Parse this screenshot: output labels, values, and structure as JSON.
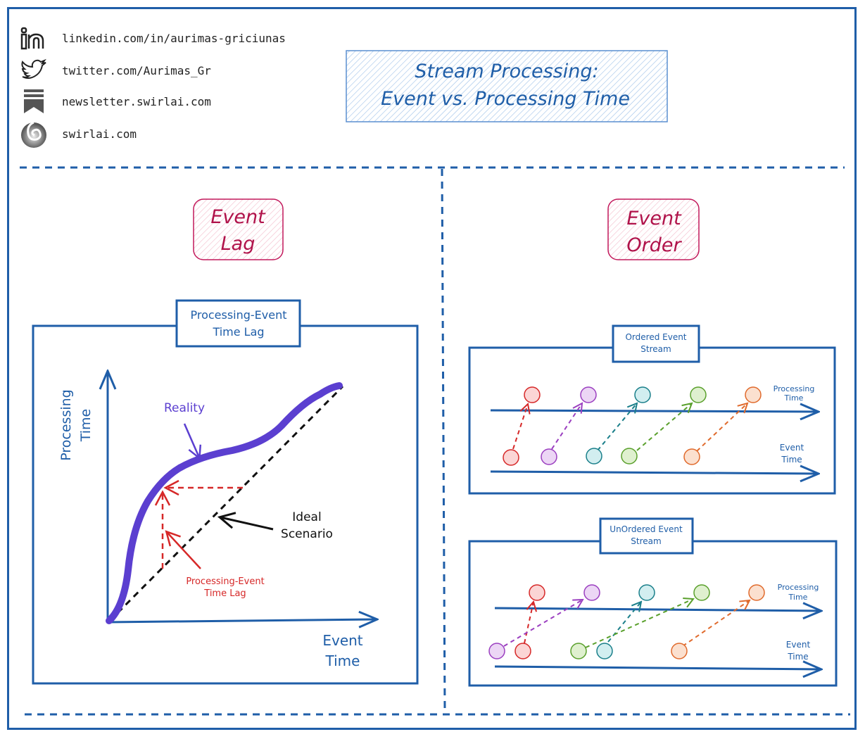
{
  "social": [
    {
      "icon": "linkedin-icon",
      "text": "linkedin.com/in/aurimas-griciunas"
    },
    {
      "icon": "twitter-icon",
      "text": "twitter.com/Aurimas_Gr"
    },
    {
      "icon": "newsletter-icon",
      "text": "newsletter.swirlai.com"
    },
    {
      "icon": "swirlai-icon",
      "text": "swirlai.com"
    }
  ],
  "title": {
    "line1": "Stream Processing:",
    "line2": "Event vs. Processing Time"
  },
  "event_lag": {
    "badge": {
      "line1": "Event",
      "line2": "Lag"
    },
    "box_title": {
      "line1": "Processing-Event",
      "line2": "Time Lag"
    },
    "y_label": {
      "line1": "Processing",
      "line2": "Time"
    },
    "x_label": {
      "line1": "Event",
      "line2": "Time"
    },
    "reality_label": "Reality",
    "ideal_label": {
      "line1": "Ideal",
      "line2": "Scenario"
    },
    "lag_label": {
      "line1": "Processing-Event",
      "line2": "Time Lag"
    }
  },
  "event_order": {
    "badge": {
      "line1": "Event",
      "line2": "Order"
    },
    "ordered": {
      "title": {
        "line1": "Ordered Event",
        "line2": "Stream"
      },
      "processing_label": {
        "line1": "Processing",
        "line2": "Time"
      },
      "event_label": {
        "line1": "Event",
        "line2": "Time"
      }
    },
    "unordered": {
      "title": {
        "line1": "UnOrdered Event",
        "line2": "Stream"
      },
      "processing_label": {
        "line1": "Processing",
        "line2": "Time"
      },
      "event_label": {
        "line1": "Event",
        "line2": "Time"
      }
    }
  },
  "colors": {
    "frame": "#1f5ea8",
    "badge_text": "#b0124a",
    "badge_fill": "#fbe3ea",
    "reality": "#5b3fd0",
    "lag": "#d62828",
    "ideal": "#111111",
    "events": [
      "#d62828",
      "#9b3fc0",
      "#1a7f8a",
      "#5aa02c",
      "#e06a2c"
    ]
  }
}
